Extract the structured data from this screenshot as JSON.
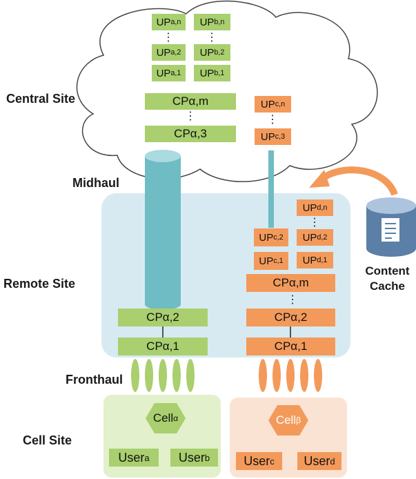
{
  "sites": {
    "central": "Central Site",
    "midhaul": "Midhaul",
    "remote": "Remote Site",
    "fronthaul": "Fronthaul",
    "cell": "Cell Site"
  },
  "central": {
    "up_a": [
      {
        "base": "UP",
        "sub": "a,n"
      },
      {
        "base": "UP",
        "sub": "a,2"
      },
      {
        "base": "UP",
        "sub": "a,1"
      }
    ],
    "up_b": [
      {
        "base": "UP",
        "sub": "b,n"
      },
      {
        "base": "UP",
        "sub": "b,2"
      },
      {
        "base": "UP",
        "sub": "b,1"
      }
    ],
    "cp": [
      {
        "base": "CPα,",
        "sub": "m"
      },
      {
        "base": "CPα,",
        "sub": "3"
      }
    ],
    "up_c": [
      {
        "base": "UP",
        "sub": "c,n"
      },
      {
        "base": "UP",
        "sub": "c,3"
      }
    ],
    "ellipsis": "⋮"
  },
  "remote": {
    "left_cp": [
      {
        "base": "CPα,",
        "sub": "2"
      },
      {
        "base": "CPα,",
        "sub": "1"
      }
    ],
    "up_c": [
      {
        "base": "UP",
        "sub": "c,2"
      },
      {
        "base": "UP",
        "sub": "c,1"
      }
    ],
    "up_d": [
      {
        "base": "UP",
        "sub": "d,n"
      },
      {
        "base": "UP",
        "sub": "d,2"
      },
      {
        "base": "UP",
        "sub": "d,1"
      }
    ],
    "right_cp": [
      {
        "base": "CPα,",
        "sub": "m"
      },
      {
        "base": "CPα,",
        "sub": "2"
      },
      {
        "base": "CPα,",
        "sub": "1"
      }
    ]
  },
  "cache": {
    "line1": "Content",
    "line2": "Cache"
  },
  "cells": {
    "alpha": {
      "base": "Cell",
      "sub": "α"
    },
    "beta": {
      "base": "Cell",
      "sub": "β"
    },
    "users_left": [
      {
        "base": "User",
        "sub": "a"
      },
      {
        "base": "User",
        "sub": "b"
      }
    ],
    "users_right": [
      {
        "base": "User",
        "sub": "c"
      },
      {
        "base": "User",
        "sub": "d"
      }
    ]
  },
  "colors": {
    "green": "#a9cf6e",
    "orange": "#f39a5b",
    "remote_bg": "#d7eaf2",
    "pipe": "#6fbcc4",
    "cell_green_bg": "#e2f0cb",
    "cell_orange_bg": "#fbe3d3"
  }
}
